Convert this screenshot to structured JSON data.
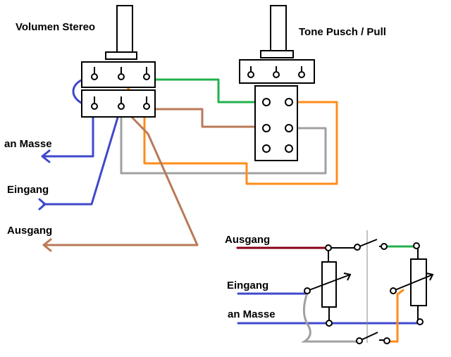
{
  "labels": {
    "volume_pot": "Volumen Stereo",
    "tone_pot": "Tone Pusch / Pull",
    "ground_left": "an Masse",
    "input_left": "Eingang",
    "output_left": "Ausgang",
    "output_schematic": "Ausgang",
    "input_schematic": "Eingang",
    "ground_schematic": "an Masse"
  },
  "wire_colors": {
    "blue": "#3f48cc",
    "green": "#22b14c",
    "orange": "#ff8c1a",
    "brown": "#b97a57",
    "gray": "#a0a0a0",
    "dark_red": "#880015",
    "black": "#000000"
  }
}
